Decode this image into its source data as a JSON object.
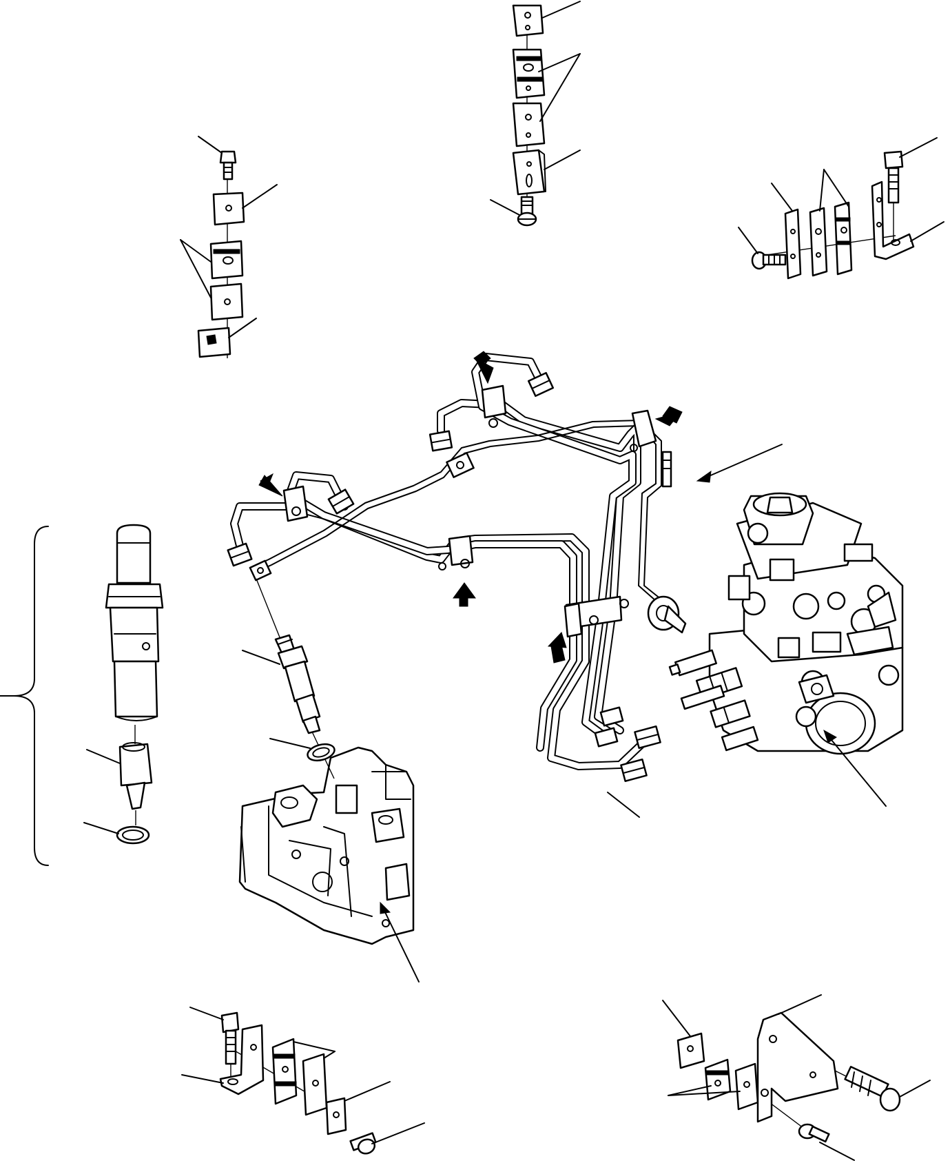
{
  "figure": {
    "kind": "exploded parts diagram",
    "colors": {
      "ink": "#000000",
      "paper": "#ffffff",
      "shade": "#d8d8d8"
    },
    "groups": [
      "clamp-group-top-center",
      "clamp-group-top-left",
      "clamp-group-top-right",
      "fuel-injection-pipes",
      "injection-pump",
      "cylinder-head",
      "injector-assembly",
      "clamp-group-bottom-left",
      "clamp-group-bottom-right"
    ]
  }
}
